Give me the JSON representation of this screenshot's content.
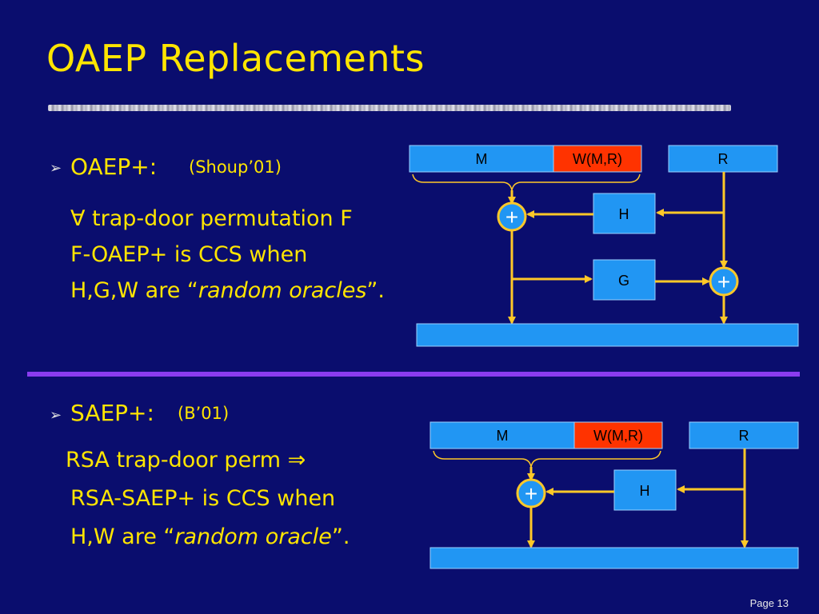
{
  "slide": {
    "title": "OAEP Replacements",
    "page": "Page 13"
  },
  "section1": {
    "bullet": "OAEP+:",
    "citation": "(Shoup’01)",
    "line1": "∀ trap-door permutation F",
    "line2": "F-OAEP+ is CCS when",
    "line3_prefix": "H,G,W  are “",
    "line3_italic": "random oracles",
    "line3_suffix": "”."
  },
  "section2": {
    "bullet": "SAEP+:",
    "citation": "(B’01)",
    "line1": "RSA trap-door perm ⇒",
    "line2": "RSA-SAEP+ is CCS when",
    "line3_prefix": "H,W  are “",
    "line3_italic": "random oracle",
    "line3_suffix": "”."
  },
  "diagram1": {
    "box_m": "M",
    "box_w": "W(M,R)",
    "box_r": "R",
    "box_h": "H",
    "box_g": "G",
    "xor_symbol": "+"
  },
  "diagram2": {
    "box_m": "M",
    "box_w": "W(M,R)",
    "box_r": "R",
    "box_h": "H",
    "xor_symbol": "+"
  },
  "colors": {
    "background": "#0a0d6e",
    "accent_yellow": "#ffe500",
    "box_blue": "#2196f3",
    "box_red": "#ff3300",
    "divider_purple": "#8a3cf0",
    "arrow_gold": "#ffc828"
  }
}
